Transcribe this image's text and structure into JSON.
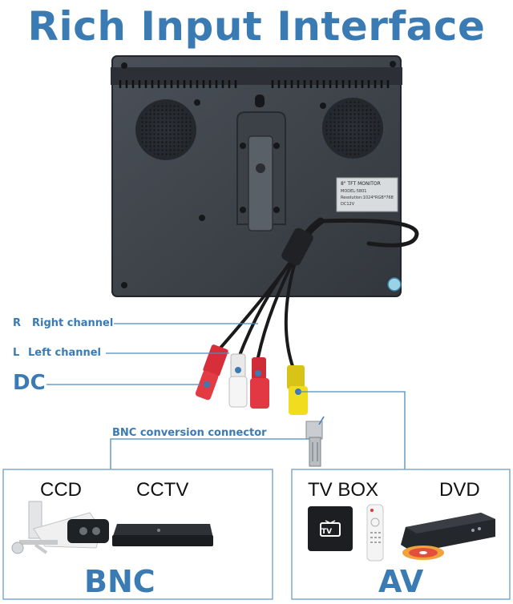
{
  "colors": {
    "accent": "#3a7bb3",
    "line": "#4a8cc4",
    "panel": "#3b4048",
    "box_border": "#7fa9cf"
  },
  "title": "Rich Input Interface",
  "monitor": {
    "sticker_line1": "8\" TFT MONITOR",
    "sticker_line2": "MODEL:5801",
    "sticker_line3": "Resolution:1024*RGB*768",
    "sticker_line4": "DC12V"
  },
  "labels": {
    "r_letter": "R",
    "r_text": "Right channel",
    "l_letter": "L",
    "l_text": "Left channel",
    "dc": "DC",
    "bnc_conn": "BNC conversion connector"
  },
  "bnc_box": {
    "dev1": "CCD",
    "dev2": "CCTV",
    "name": "BNC"
  },
  "av_box": {
    "dev1": "TV BOX",
    "dev2": "DVD",
    "name": "AV",
    "tv_icon": "TV"
  }
}
